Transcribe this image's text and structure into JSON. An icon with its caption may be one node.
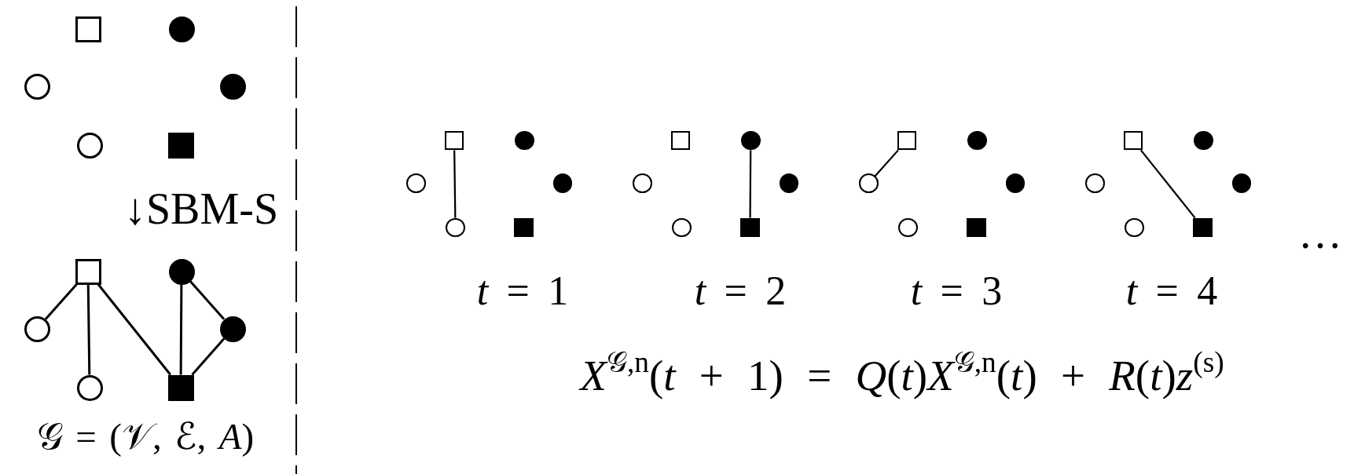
{
  "diagram": {
    "nodes": [
      {
        "text": [],
        "shape": "box"
      },
      {
        "text": [],
        "shape": "disc"
      },
      {
        "text": [],
        "shape": "circle"
      },
      {
        "text": [],
        "shape": "disc"
      },
      {
        "text": [],
        "shape": "circle"
      },
      {
        "text": [],
        "shape": "block"
      },
      {
        "text": [],
        "shape": "box"
      },
      {
        "text": [],
        "shape": "disc"
      },
      {
        "text": [],
        "shape": "circle"
      },
      {
        "text": [],
        "shape": "disc"
      },
      {
        "text": [],
        "shape": "circle"
      },
      {
        "text": [],
        "shape": "block"
      },
      {
        "text": [],
        "shape": "box"
      },
      {
        "text": [],
        "shape": "disc"
      },
      {
        "text": [],
        "shape": "circle"
      },
      {
        "text": [],
        "shape": "disc"
      },
      {
        "text": [],
        "shape": "circle"
      },
      {
        "text": [],
        "shape": "block"
      },
      {
        "text": [],
        "shape": "box"
      },
      {
        "text": [],
        "shape": "disc"
      },
      {
        "text": [],
        "shape": "circle"
      },
      {
        "text": [],
        "shape": "disc"
      },
      {
        "text": [],
        "shape": "circle"
      },
      {
        "text": [],
        "shape": "block"
      },
      {
        "text": [],
        "shape": "box"
      },
      {
        "text": [],
        "shape": "disc"
      },
      {
        "text": [],
        "shape": "circle"
      },
      {
        "text": [],
        "shape": "disc"
      },
      {
        "text": [],
        "shape": "circle"
      },
      {
        "text": [],
        "shape": "block"
      },
      {
        "text": [],
        "shape": "box"
      },
      {
        "text": [],
        "shape": "disc"
      },
      {
        "text": [],
        "shape": "circle"
      },
      {
        "text": [],
        "shape": "disc"
      },
      {
        "text": [],
        "shape": "circle"
      },
      {
        "text": [],
        "shape": "block"
      }
    ],
    "edges": [
      {
        "from": 6,
        "to": 8,
        "arrow": "none"
      },
      {
        "from": 6,
        "to": 10,
        "arrow": "none"
      },
      {
        "from": 6,
        "to": 11,
        "arrow": "none"
      },
      {
        "from": 7,
        "to": 11,
        "arrow": "none"
      },
      {
        "from": 7,
        "to": 9,
        "arrow": "none"
      },
      {
        "from": 9,
        "to": 11,
        "arrow": "none"
      },
      {
        "from": 12,
        "to": 16,
        "arrow": "none"
      },
      {
        "from": 19,
        "to": 23,
        "arrow": "none"
      },
      {
        "from": 24,
        "to": 26,
        "arrow": "none"
      },
      {
        "from": 30,
        "to": 35,
        "arrow": "none"
      }
    ],
    "labels": [
      "↓SBM-S",
      "𝒢 = (𝒱, ℰ, *A*)",
      "*t* = 1",
      "*t* = 2",
      "*t* = 3",
      "*t* = 4",
      "…",
      "*X*$^{𝒢,n}$(*t* + 1) = *Q*(*t*)*X*$^{𝒢,n}$(*t*) + *R*(*t*)*z*$^{(s)}$"
    ]
  }
}
